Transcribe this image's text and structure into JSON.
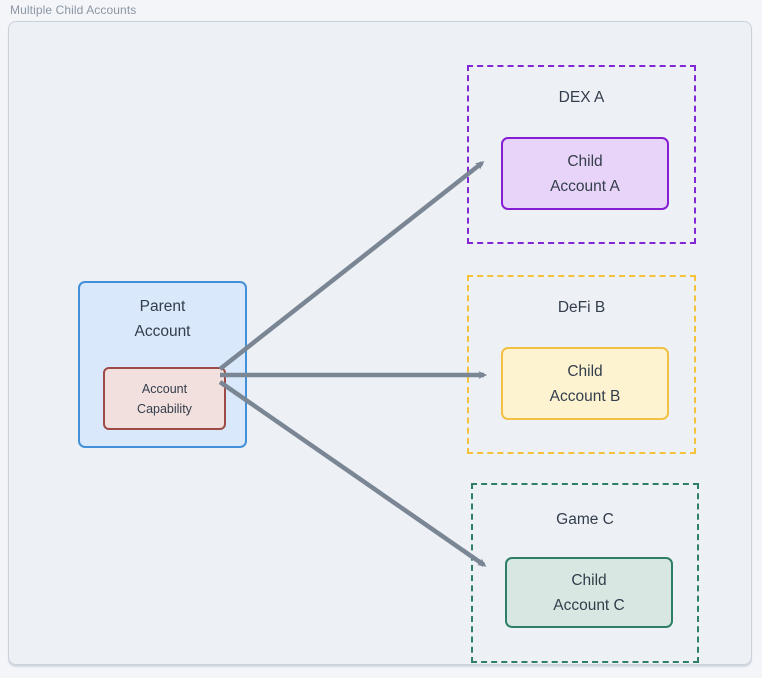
{
  "title": "Multiple Child Accounts",
  "parent_account": {
    "label": "Parent\nAccount",
    "capability": {
      "label": "Account\nCapability"
    }
  },
  "child_groups": [
    {
      "group_label": "DEX A",
      "child_label": "Child\nAccount A",
      "accent_color": "#861fd2",
      "fill_color": "#e8d4f8"
    },
    {
      "group_label": "DeFi B",
      "child_label": "Child\nAccount B",
      "accent_color": "#f2c142",
      "fill_color": "#fdf3d1"
    },
    {
      "group_label": "Game C",
      "child_label": "Child\nAccount C",
      "accent_color": "#2e7f66",
      "fill_color": "#d8e7e1"
    }
  ],
  "colors": {
    "parent_fill": "#d9e9fb",
    "parent_border": "#4390d9",
    "capability_fill": "#f2e0de",
    "capability_border": "#9d4b47",
    "arrow": "#7b8694",
    "panel_background": "#edf1f6",
    "panel_border": "#c9d1db",
    "node_text": "#333d4b",
    "title_text": "#8c96a4"
  }
}
